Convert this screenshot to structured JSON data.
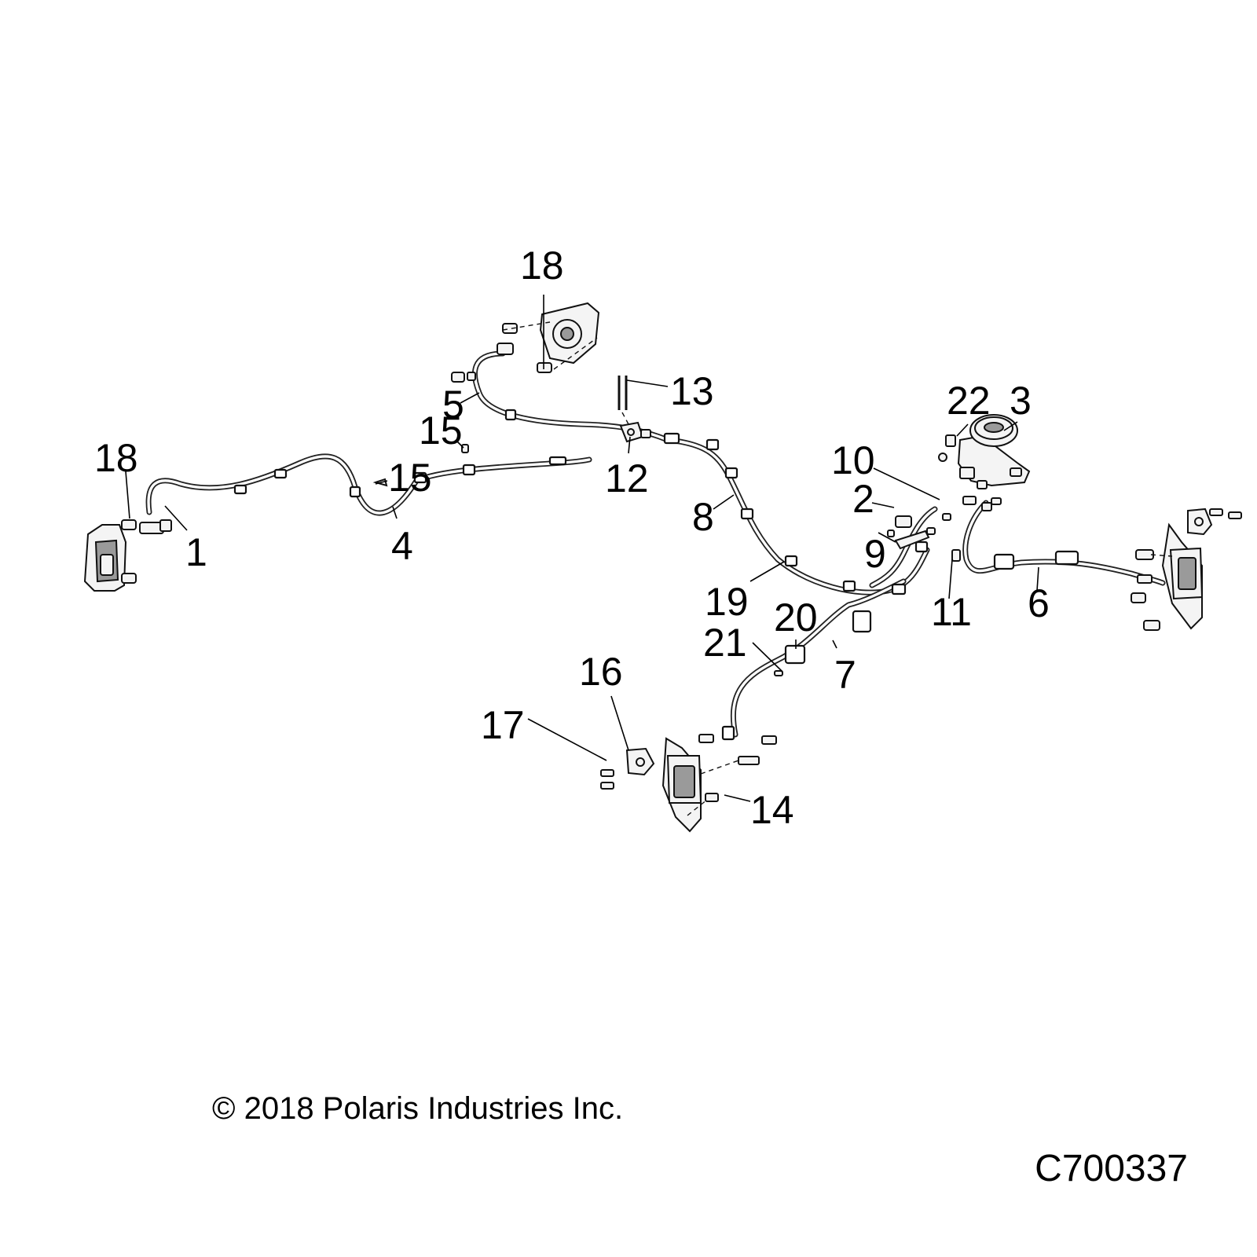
{
  "callouts": {
    "c1": "1",
    "c2": "2",
    "c3": "3",
    "c4": "4",
    "c5": "5",
    "c6": "6",
    "c7": "7",
    "c8": "8",
    "c9": "9",
    "c10": "10",
    "c11": "11",
    "c12": "12",
    "c13": "13",
    "c14": "14",
    "c15a": "15",
    "c15b": "15",
    "c16": "16",
    "c17": "17",
    "c18a": "18",
    "c18b": "18",
    "c19": "19",
    "c20": "20",
    "c21": "21",
    "c22": "22"
  },
  "copyright": "© 2018 Polaris Industries Inc.",
  "diagram_id": "C700337"
}
